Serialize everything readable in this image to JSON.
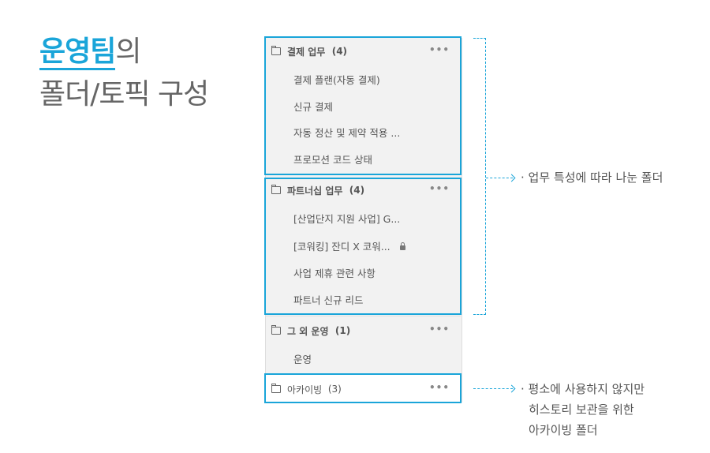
{
  "title": {
    "accent": "운영팀",
    "line1_rest": "의",
    "line2": "폴더/토픽 구성"
  },
  "folders": [
    {
      "name": "결제 업무",
      "count": "(4)",
      "items": [
        "결제 플랜(자동 결제)",
        "신규 결제",
        "자동 정산 및 제약 적용 ...",
        "프로모션 코드 상태"
      ]
    },
    {
      "name": "파트너십 업무",
      "count": "(4)",
      "items": [
        "[산업단지 지원 사업] G...",
        "[코워킹] 잔디 X 코워...",
        "사업 제휴 관련 사항",
        "파트너 신규 리드"
      ]
    },
    {
      "name": "그 외 운영",
      "count": "(1)",
      "items": [
        "운영"
      ]
    },
    {
      "name": "아카이빙",
      "count": "(3)",
      "items": []
    }
  ],
  "more_label": "•••",
  "notes": {
    "work": "· 업무 특성에 따라 나눈 폴더",
    "archive": [
      "· 평소에 사용하지 않지만",
      "히스토리 보관을 위한",
      "아카이빙 폴더"
    ]
  },
  "colors": {
    "accent": "#1aa5d9"
  }
}
